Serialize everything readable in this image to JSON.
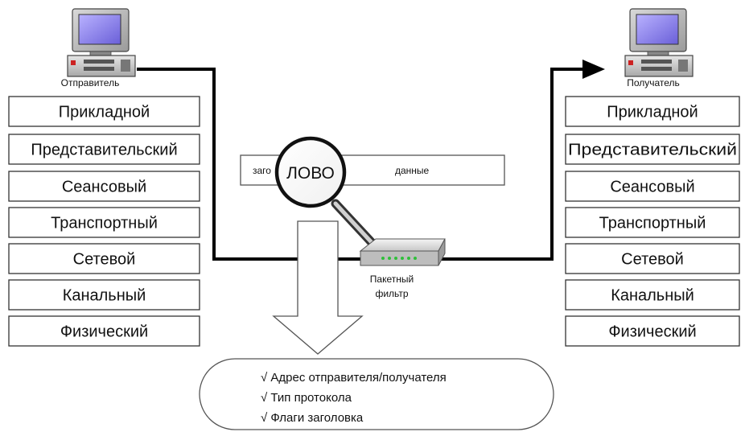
{
  "sender": {
    "label": "Отправитель",
    "layers": [
      "Прикладной",
      "Представительский",
      "Сеансовый",
      "Транспортный",
      "Сетевой",
      "Канальный",
      "Физический"
    ]
  },
  "receiver": {
    "label": "Получатель",
    "layers": [
      "Прикладной",
      "Представительский",
      "Сеансовый",
      "Транспортный",
      "Сетевой",
      "Канальный",
      "Физический"
    ]
  },
  "packet": {
    "header_visible": "заго",
    "magnified_text": "ЛОВО",
    "data_label": "данные"
  },
  "filter": {
    "label_line1": "Пакетный",
    "label_line2": "фильтр"
  },
  "criteria": [
    "√ Адрес отправителя/получателя",
    "√ Тип протокола",
    "√ Флаги заголовка"
  ]
}
